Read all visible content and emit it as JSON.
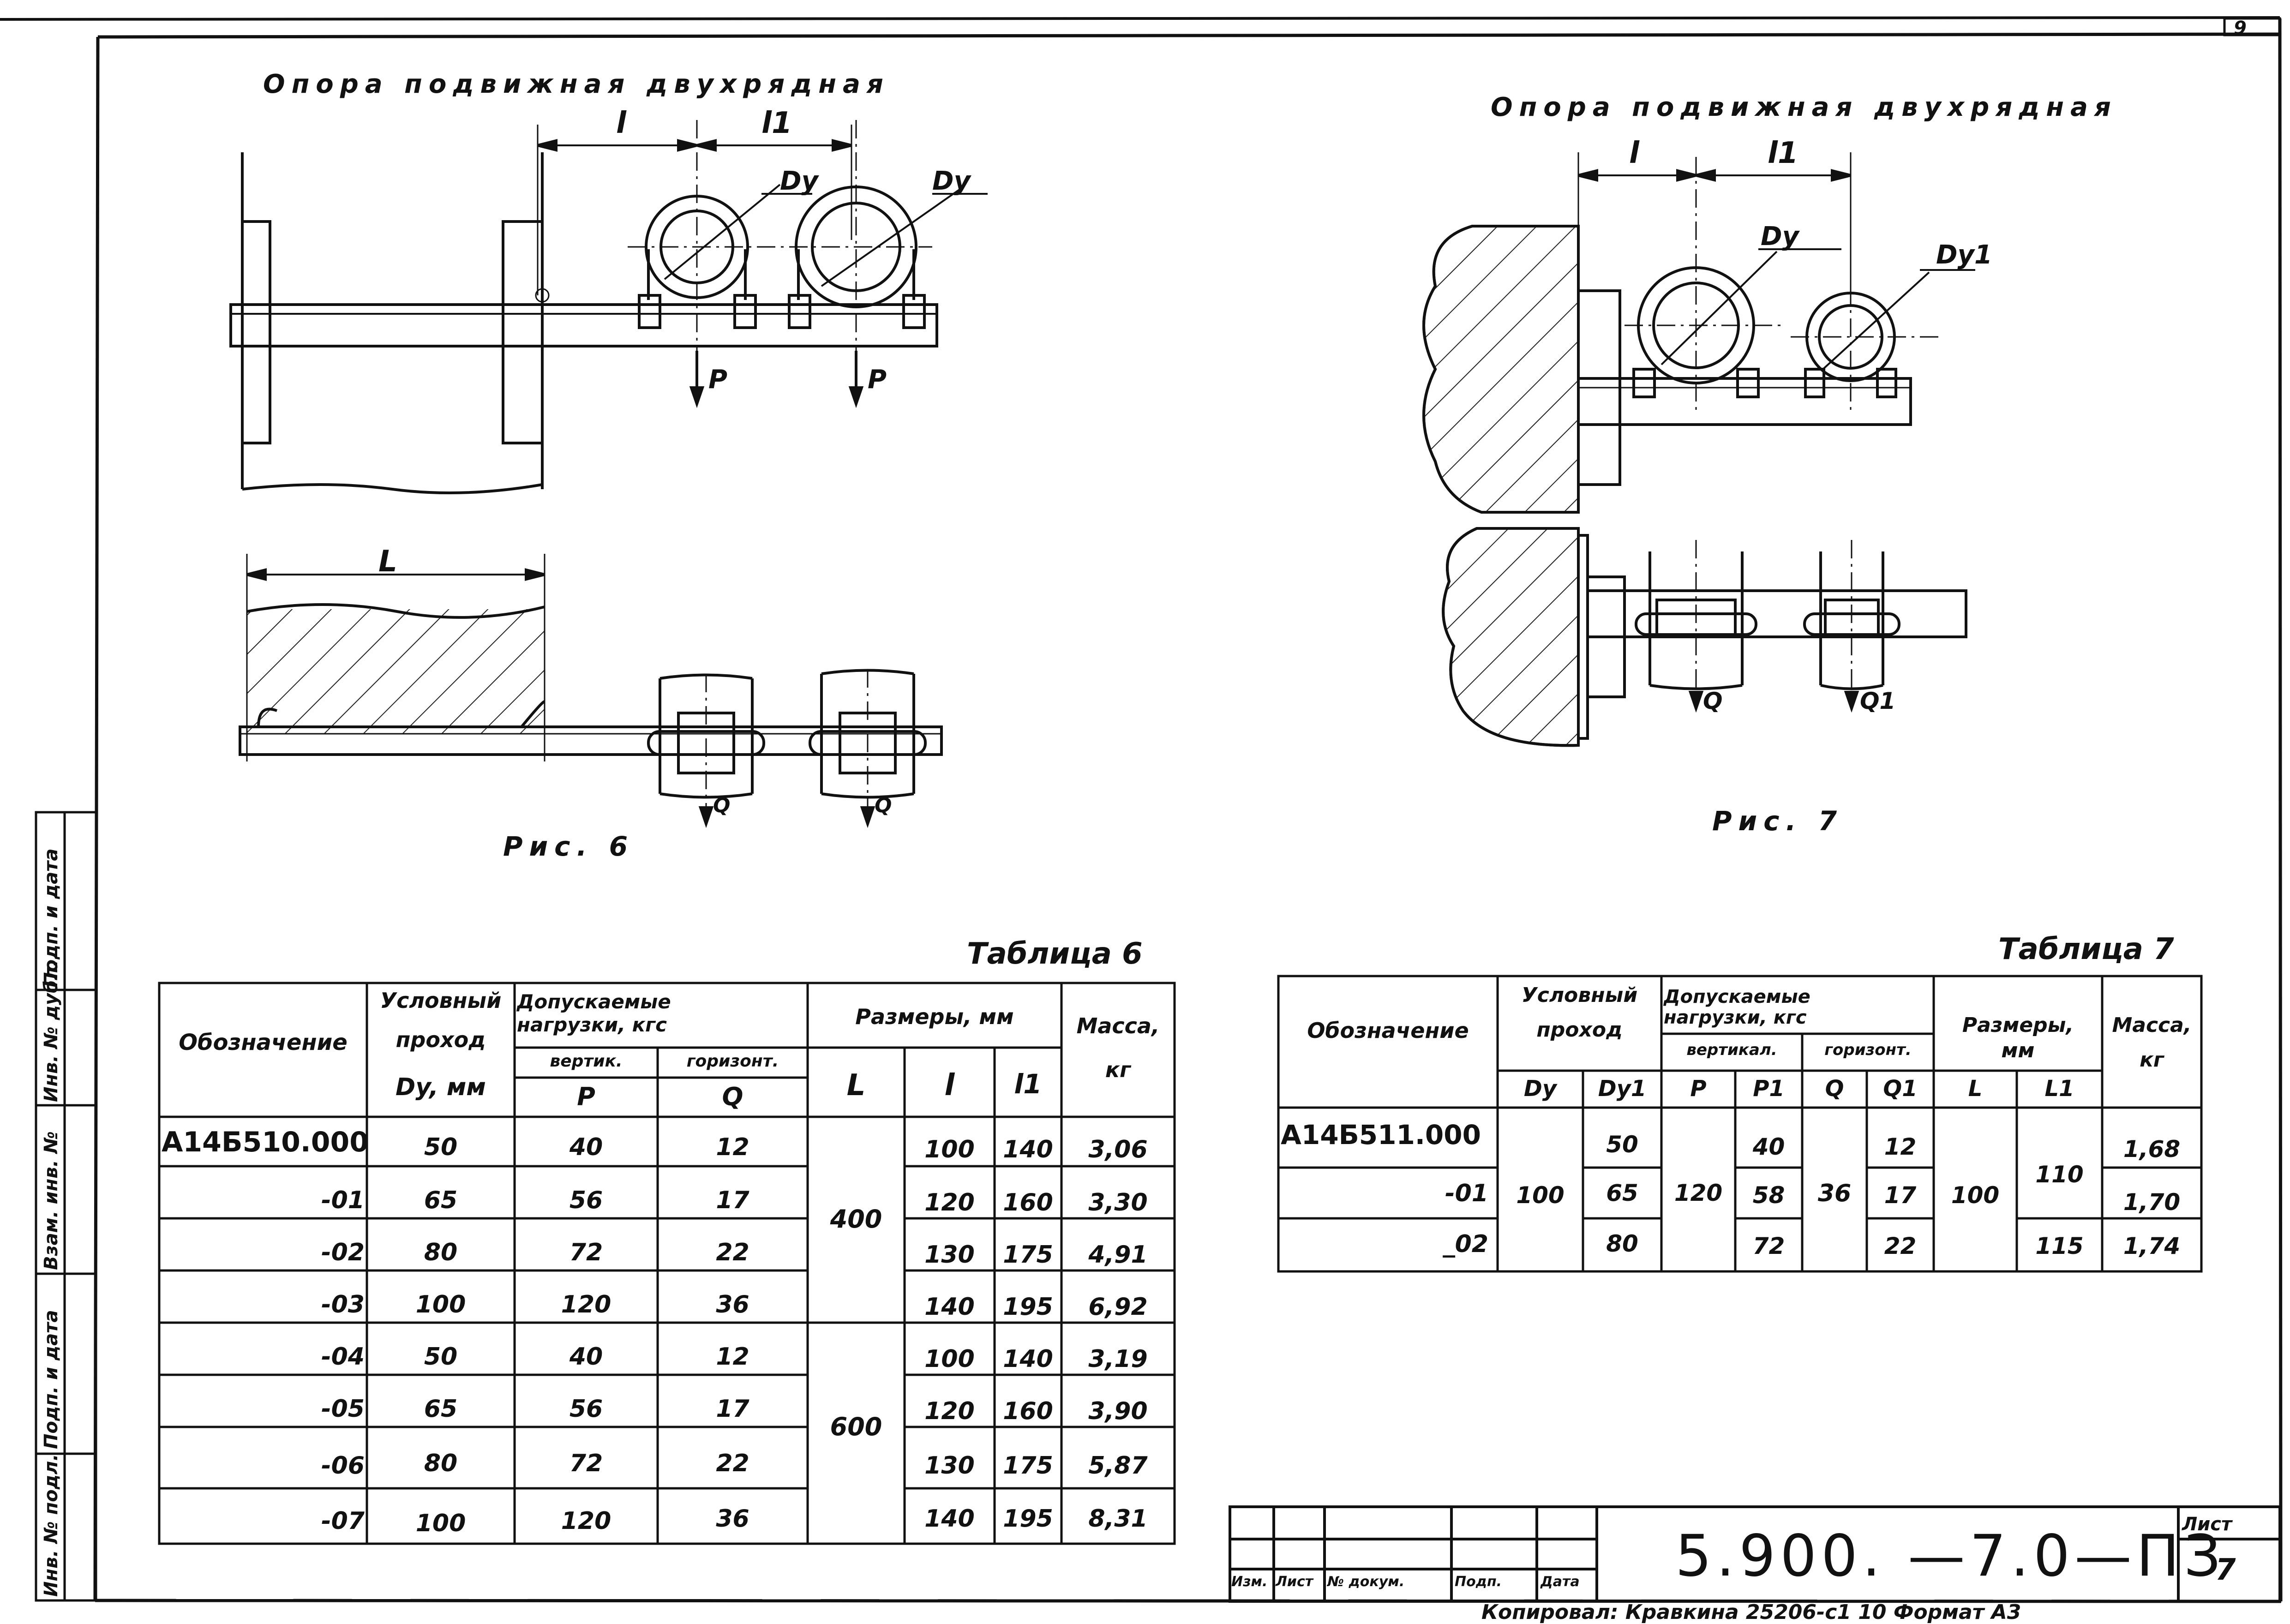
{
  "page_corner_number": "9",
  "fig6": {
    "title": "Опора подвижная двухрядная",
    "caption": "Рис. 6",
    "dim_l": "l",
    "dim_l1": "l1",
    "dim_L": "L",
    "dy_left": "Dy",
    "dy_right": "Dy",
    "load_p": "P",
    "load_q": "Q"
  },
  "fig7": {
    "title": "Опора подвижная двухрядная",
    "caption": "Рис. 7",
    "dim_l": "l",
    "dim_l1": "l1",
    "dy": "Dy",
    "dy1": "Dy1",
    "load_q": "Q",
    "load_q1": "Q1"
  },
  "table6": {
    "caption": "Таблица 6",
    "headers": {
      "designation": "Обозначение",
      "nominal_1": "Условный",
      "nominal_2": "проход",
      "nominal_dy": "Dy, мм",
      "loads_1": "Допускаемые",
      "loads_2": "нагрузки, кгс",
      "vert": "вертик.",
      "horiz": "горизонт.",
      "p": "P",
      "q": "Q",
      "dims": "Размеры, мм",
      "L": "L",
      "l": "l",
      "l1": "l1",
      "mass_1": "Масса,",
      "mass_2": "кг"
    },
    "L_groups": [
      "400",
      "600"
    ],
    "rows": [
      {
        "designation": "А14Б510.000",
        "dy": "50",
        "p": "40",
        "q": "12",
        "l": "100",
        "l1": "140",
        "mass": "3,06"
      },
      {
        "designation": "-01",
        "dy": "65",
        "p": "56",
        "q": "17",
        "l": "120",
        "l1": "160",
        "mass": "3,30"
      },
      {
        "designation": "-02",
        "dy": "80",
        "p": "72",
        "q": "22",
        "l": "130",
        "l1": "175",
        "mass": "4,91"
      },
      {
        "designation": "-03",
        "dy": "100",
        "p": "120",
        "q": "36",
        "l": "140",
        "l1": "195",
        "mass": "6,92"
      },
      {
        "designation": "-04",
        "dy": "50",
        "p": "40",
        "q": "12",
        "l": "100",
        "l1": "140",
        "mass": "3,19"
      },
      {
        "designation": "-05",
        "dy": "65",
        "p": "56",
        "q": "17",
        "l": "120",
        "l1": "160",
        "mass": "3,90"
      },
      {
        "designation": "-06",
        "dy": "80",
        "p": "72",
        "q": "22",
        "l": "130",
        "l1": "175",
        "mass": "5,87"
      },
      {
        "designation": "-07",
        "dy": "100",
        "p": "120",
        "q": "36",
        "l": "140",
        "l1": "195",
        "mass": "8,31"
      }
    ]
  },
  "table7": {
    "caption": "Таблица 7",
    "headers": {
      "designation": "Обозначение",
      "nominal_1": "Условный",
      "nominal_2": "проход",
      "loads_1": "Допускаемые",
      "loads_2": "нагрузки, кгс",
      "vert": "вертикал.",
      "horiz": "горизонт.",
      "dims_1": "Размеры,",
      "dims_2": "мм",
      "mass_1": "Масса,",
      "mass_2": "кг",
      "dy": "Dy",
      "dy1": "Dy1",
      "p": "P",
      "p1": "P1",
      "q": "Q",
      "q1": "Q1",
      "L": "L",
      "l1": "L1"
    },
    "shared": {
      "dy": "100",
      "p": "120",
      "q": "36",
      "L": "100",
      "l1_group": "110"
    },
    "rows": [
      {
        "designation": "А14Б511.000",
        "dy1": "50",
        "p1": "40",
        "q1": "12",
        "l1": "",
        "mass": "1,68"
      },
      {
        "designation": "-01",
        "dy1": "65",
        "p1": "58",
        "q1": "17",
        "l1": "",
        "mass": "1,70"
      },
      {
        "designation": "_02",
        "dy1": "80",
        "p1": "72",
        "q1": "22",
        "l1": "115",
        "mass": "1,74"
      }
    ]
  },
  "side_stamp": [
    "Инв. № подл.",
    "Подп. и дата",
    "Взам. инв. №",
    "Инв. № дубл.",
    "Подп. и дата"
  ],
  "title_block": {
    "code": "5.900. —7.0—ПЗ",
    "sheet_label": "Лист",
    "sheet_number": "7",
    "columns": [
      "Изм.",
      "Лист",
      "№ докум.",
      "Подп.",
      "Дата"
    ]
  },
  "footer": "Копировал: Кравкина 25206-с1  10  Формат А3"
}
